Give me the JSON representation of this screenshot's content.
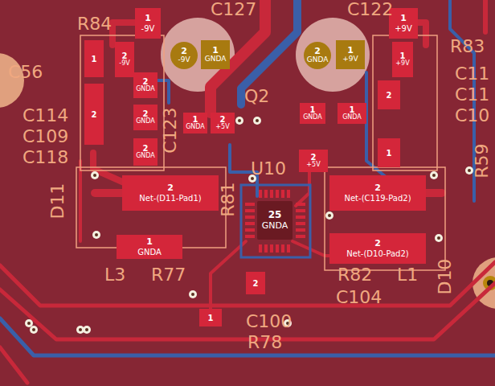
{
  "diagram": {
    "nodes": [
      {
        "text": [
          "1",
          "-9V"
        ]
      },
      {
        "text": [
          "2",
          "-9V"
        ]
      },
      {
        "text": [
          "1",
          "GNDA"
        ]
      },
      {
        "text": [
          "2",
          "GNDA"
        ]
      },
      {
        "text": [
          "1",
          "+9V"
        ]
      },
      {
        "text": [
          "1",
          "+9V"
        ]
      },
      {
        "text": [
          "1"
        ]
      },
      {
        "text": [
          "2",
          "-9V"
        ]
      },
      {
        "text": [
          "2",
          "GNDA"
        ]
      },
      {
        "text": [
          "2",
          "GNDA"
        ]
      },
      {
        "text": [
          "2",
          "GNDA"
        ]
      },
      {
        "text": [
          "2"
        ]
      },
      {
        "text": [
          "1",
          "GNDA"
        ]
      },
      {
        "text": [
          "2",
          "+5V"
        ]
      },
      {
        "text": [
          "1",
          "GNDA"
        ]
      },
      {
        "text": [
          "1",
          "GNDA"
        ]
      },
      {
        "text": [
          "2",
          "+5V"
        ]
      },
      {
        "text": [
          "2",
          "Net-(D11-Pad1)"
        ]
      },
      {
        "text": [
          "2",
          "Net-(C119-Pad2)"
        ]
      },
      {
        "text": [
          "2",
          "Net-(D10-Pad2)"
        ]
      },
      {
        "text": [
          "1",
          "GNDA"
        ]
      },
      {
        "text": [
          "25",
          "GNDA"
        ]
      },
      {
        "text": [
          "1",
          "+9V"
        ]
      },
      {
        "text": [
          "2"
        ]
      },
      {
        "text": [
          "1"
        ]
      },
      {
        "text": [
          "2"
        ]
      },
      {
        "text": [
          "1"
        ]
      }
    ],
    "labels": [
      "R84",
      "C127",
      "C122",
      "C56",
      "C114",
      "C109",
      "C118",
      "D11",
      "C123",
      "Q2",
      "U10",
      "R81",
      "L3",
      "R77",
      "R83",
      "C11",
      "C11",
      "C10",
      "R59",
      "D10",
      "L1",
      "R82",
      "C104",
      "C100",
      "R78"
    ]
  }
}
